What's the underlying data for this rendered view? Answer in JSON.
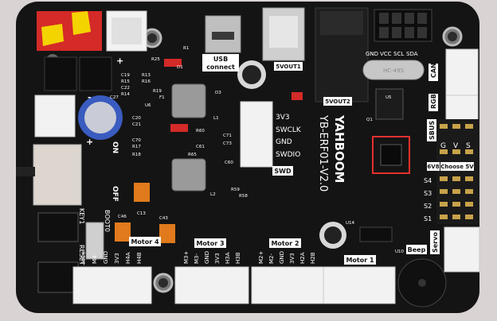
{
  "board": {
    "brand": "YAHBOOM",
    "model": "YB-ERF01-V2.0",
    "colors": {
      "background": "#d9d4d3",
      "pcb": "#141414",
      "silkscreen": "#ffffff",
      "connector": "#f2f2f2",
      "switch_red": "#d42a28",
      "switch_yellow": "#f4d400",
      "cap_orange": "#e07a1c",
      "electrolytic_blue": "#3a5bbf",
      "highlight_red": "#e3302f"
    }
  },
  "labels": {
    "usb_connect": [
      "USB",
      "connect"
    ],
    "swd_pins": [
      "3V3",
      "SWCLK",
      "GND",
      "SWDIO"
    ],
    "swd": "SWD",
    "can": "CAN",
    "rgb": "RGB",
    "sbus": "SBUS",
    "gvs": [
      "G",
      "V",
      "S"
    ],
    "choose_6v8": "6V8",
    "choose_5v": "Choose 5V",
    "servo_ports": [
      "S4",
      "S3",
      "S2",
      "S1"
    ],
    "servo": "Servo",
    "beep": "Beep",
    "top_header": [
      "GND",
      "VCC",
      "SCL",
      "SDA"
    ],
    "crystal": "HC-49S",
    "v5out1": "5VOUT1",
    "v5out2": "5VOUT2",
    "on": "ON",
    "off": "OFF",
    "key1": "KEY1",
    "boot0": "BOOT0",
    "reset": "RESET",
    "motor1": "Motor 1",
    "motor2": "Motor 2",
    "motor3": "Motor 3",
    "motor4": "Motor 4",
    "motor4_pins": [
      "M4+",
      "M4-",
      "GND",
      "3V3",
      "H4A",
      "H4B"
    ],
    "motor3_pins": [
      "M3+",
      "M3-",
      "GND",
      "3V3",
      "H3A",
      "H3B"
    ],
    "motor2_pins": [
      "M2+",
      "M2-",
      "GND",
      "3V3",
      "H2A",
      "H2B"
    ],
    "plus": "+",
    "minus": "-",
    "refs": [
      "C19",
      "R15",
      "C22",
      "R14",
      "R19",
      "R13",
      "R16",
      "C27",
      "U6",
      "C20",
      "C21",
      "C70",
      "R17",
      "R18",
      "C46",
      "C13",
      "C43",
      "D3",
      "L1",
      "L2",
      "D1",
      "U5",
      "U14",
      "U10",
      "C71",
      "C73",
      "R60",
      "C61",
      "R65",
      "R25",
      "F1",
      "R1",
      "C60",
      "Q1",
      "R59",
      "R58"
    ]
  }
}
